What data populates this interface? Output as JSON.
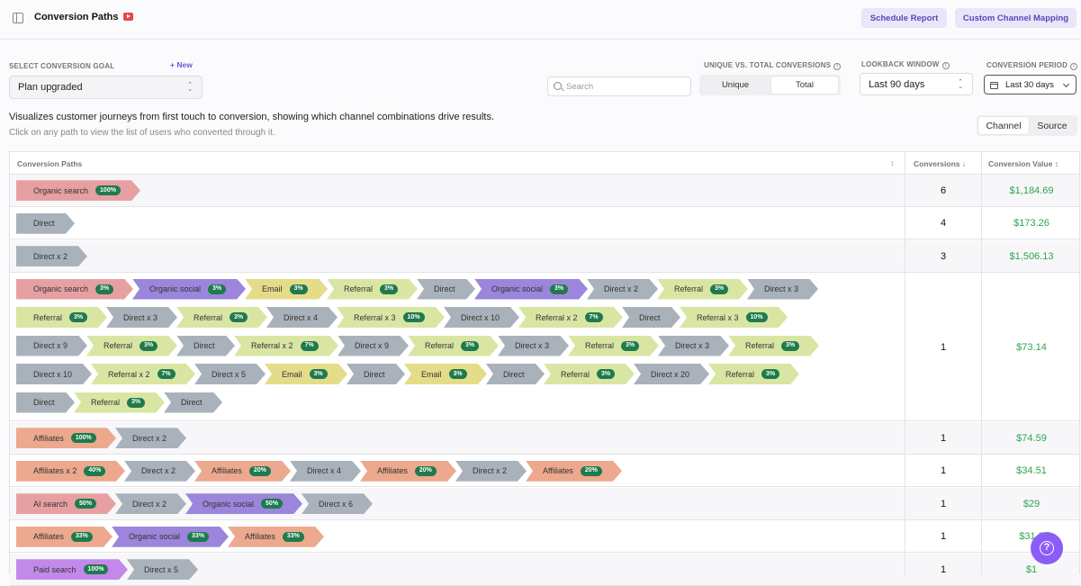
{
  "header": {
    "title": "Conversion Paths",
    "video_icon": "youtube-icon",
    "schedule_report": "Schedule Report",
    "custom_channel_mapping": "Custom Channel Mapping"
  },
  "filters": {
    "goal_label": "SELECT CONVERSION GOAL",
    "new_label": "+ New",
    "goal_value": "Plan upgraded",
    "search_placeholder": "Search",
    "unique_total_label": "UNIQUE VS. TOTAL CONVERSIONS",
    "unique": "Unique",
    "total": "Total",
    "selected_mode": "Total",
    "lookback_label": "LOOKBACK WINDOW",
    "lookback_value": "Last 90 days",
    "period_label": "CONVERSION PERIOD",
    "period_value": "Last 30 days"
  },
  "description": {
    "line1": "Visualizes customer journeys from first touch to conversion, showing which channel combinations drive results.",
    "line2": "Click on any path to view the list of users who converted through it."
  },
  "view_toggle": {
    "channel": "Channel",
    "source": "Source",
    "selected": "Channel"
  },
  "table": {
    "col_paths": "Conversion Paths",
    "col_conversions": "Conversions",
    "col_value": "Conversion Value"
  },
  "colors": {
    "organic_search": "#e7a0a2",
    "direct": "#a9b2bb",
    "organic_social": "#9b86dc",
    "email": "#e5dc8a",
    "referral": "#d9e6a3",
    "affiliates": "#eca98e",
    "ai_search": "#e7a0a2",
    "paid_search": "#c389ea",
    "pill": "#1f7a4d",
    "value_green": "#2ea44f",
    "accent_purple": "#6e56cf"
  },
  "rows": [
    {
      "conversions": "6",
      "value": "$1,184.69",
      "lines": [
        [
          {
            "label": "Organic search",
            "pct": "100%",
            "channel": "organic_search"
          }
        ]
      ]
    },
    {
      "conversions": "4",
      "value": "$173.26",
      "lines": [
        [
          {
            "label": "Direct",
            "channel": "direct"
          }
        ]
      ]
    },
    {
      "conversions": "3",
      "value": "$1,506.13",
      "lines": [
        [
          {
            "label": "Direct x 2",
            "channel": "direct"
          }
        ]
      ]
    },
    {
      "conversions": "1",
      "value": "$73.14",
      "lines": [
        [
          {
            "label": "Organic search",
            "pct": "3%",
            "channel": "organic_search"
          },
          {
            "label": "Organic social",
            "pct": "3%",
            "channel": "organic_social"
          },
          {
            "label": "Email",
            "pct": "3%",
            "channel": "email"
          },
          {
            "label": "Referral",
            "pct": "3%",
            "channel": "referral"
          },
          {
            "label": "Direct",
            "channel": "direct"
          },
          {
            "label": "Organic social",
            "pct": "3%",
            "channel": "organic_social"
          },
          {
            "label": "Direct x 2",
            "channel": "direct"
          },
          {
            "label": "Referral",
            "pct": "3%",
            "channel": "referral"
          },
          {
            "label": "Direct x 3",
            "channel": "direct"
          }
        ],
        [
          {
            "label": "Referral",
            "pct": "3%",
            "channel": "referral"
          },
          {
            "label": "Direct x 3",
            "channel": "direct"
          },
          {
            "label": "Referral",
            "pct": "3%",
            "channel": "referral"
          },
          {
            "label": "Direct x 4",
            "channel": "direct"
          },
          {
            "label": "Referral x 3",
            "pct": "10%",
            "channel": "referral"
          },
          {
            "label": "Direct x 10",
            "channel": "direct"
          },
          {
            "label": "Referral x 2",
            "pct": "7%",
            "channel": "referral"
          },
          {
            "label": "Direct",
            "channel": "direct"
          },
          {
            "label": "Referral x 3",
            "pct": "10%",
            "channel": "referral"
          }
        ],
        [
          {
            "label": "Direct x 9",
            "channel": "direct"
          },
          {
            "label": "Referral",
            "pct": "3%",
            "channel": "referral"
          },
          {
            "label": "Direct",
            "channel": "direct"
          },
          {
            "label": "Referral x 2",
            "pct": "7%",
            "channel": "referral"
          },
          {
            "label": "Direct x 9",
            "channel": "direct"
          },
          {
            "label": "Referral",
            "pct": "3%",
            "channel": "referral"
          },
          {
            "label": "Direct x 3",
            "channel": "direct"
          },
          {
            "label": "Referral",
            "pct": "3%",
            "channel": "referral"
          },
          {
            "label": "Direct x 3",
            "channel": "direct"
          },
          {
            "label": "Referral",
            "pct": "3%",
            "channel": "referral"
          }
        ],
        [
          {
            "label": "Direct x 10",
            "channel": "direct"
          },
          {
            "label": "Referral x 2",
            "pct": "7%",
            "channel": "referral"
          },
          {
            "label": "Direct x 5",
            "channel": "direct"
          },
          {
            "label": "Email",
            "pct": "3%",
            "channel": "email"
          },
          {
            "label": "Direct",
            "channel": "direct"
          },
          {
            "label": "Email",
            "pct": "3%",
            "channel": "email"
          },
          {
            "label": "Direct",
            "channel": "direct"
          },
          {
            "label": "Referral",
            "pct": "3%",
            "channel": "referral"
          },
          {
            "label": "Direct x 20",
            "channel": "direct"
          },
          {
            "label": "Referral",
            "pct": "3%",
            "channel": "referral"
          }
        ],
        [
          {
            "label": "Direct",
            "channel": "direct"
          },
          {
            "label": "Referral",
            "pct": "3%",
            "channel": "referral"
          },
          {
            "label": "Direct",
            "channel": "direct"
          }
        ]
      ]
    },
    {
      "conversions": "1",
      "value": "$74.59",
      "lines": [
        [
          {
            "label": "Affiliates",
            "pct": "100%",
            "channel": "affiliates"
          },
          {
            "label": "Direct x 2",
            "channel": "direct"
          }
        ]
      ]
    },
    {
      "conversions": "1",
      "value": "$34.51",
      "lines": [
        [
          {
            "label": "Affiliates x 2",
            "pct": "40%",
            "channel": "affiliates"
          },
          {
            "label": "Direct x 2",
            "channel": "direct"
          },
          {
            "label": "Affiliates",
            "pct": "20%",
            "channel": "affiliates"
          },
          {
            "label": "Direct x 4",
            "channel": "direct"
          },
          {
            "label": "Affiliates",
            "pct": "20%",
            "channel": "affiliates"
          },
          {
            "label": "Direct x 2",
            "channel": "direct"
          },
          {
            "label": "Affiliates",
            "pct": "20%",
            "channel": "affiliates"
          }
        ]
      ]
    },
    {
      "conversions": "1",
      "value": "$29",
      "lines": [
        [
          {
            "label": "AI search",
            "pct": "50%",
            "channel": "ai_search"
          },
          {
            "label": "Direct x 2",
            "channel": "direct"
          },
          {
            "label": "Organic social",
            "pct": "50%",
            "channel": "organic_social"
          },
          {
            "label": "Direct x 6",
            "channel": "direct"
          }
        ]
      ]
    },
    {
      "conversions": "1",
      "value": "$31.9",
      "lines": [
        [
          {
            "label": "Affiliates",
            "pct": "33%",
            "channel": "affiliates"
          },
          {
            "label": "Organic social",
            "pct": "33%",
            "channel": "organic_social"
          },
          {
            "label": "Affiliates",
            "pct": "33%",
            "channel": "affiliates"
          }
        ]
      ]
    },
    {
      "conversions": "1",
      "value": "$1",
      "lines": [
        [
          {
            "label": "Paid search",
            "pct": "100%",
            "channel": "paid_search"
          },
          {
            "label": "Direct x 5",
            "channel": "direct"
          }
        ]
      ]
    }
  ],
  "help_icon": "question-circle-icon"
}
